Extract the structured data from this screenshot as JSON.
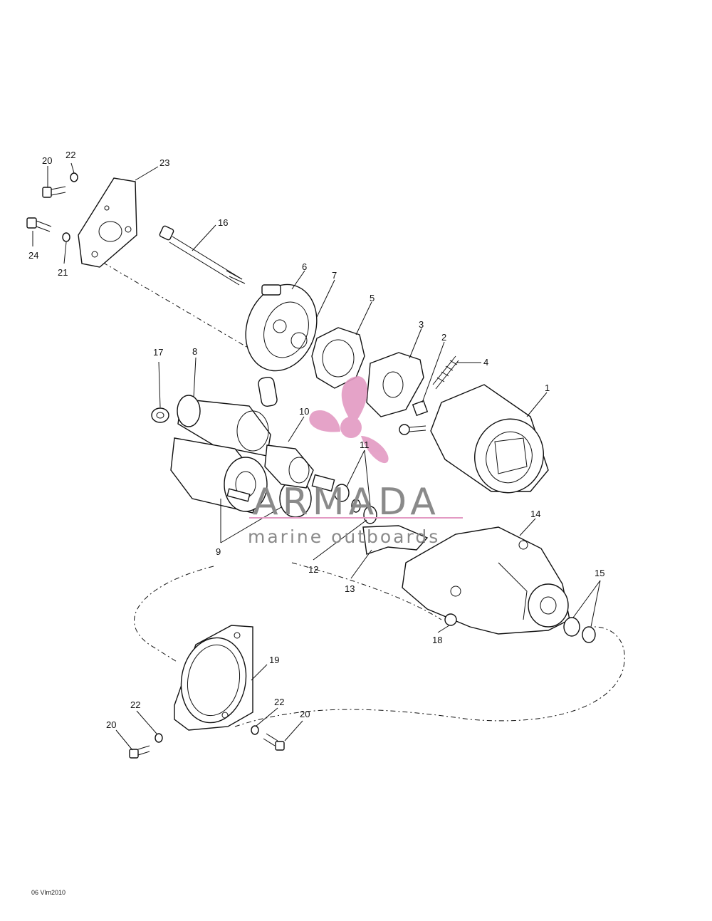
{
  "part_labels": [
    "20",
    "22",
    "23",
    "24",
    "21",
    "16",
    "6",
    "7",
    "5",
    "3",
    "2",
    "4",
    "1",
    "17",
    "8",
    "10",
    "11",
    "9",
    "12",
    "13",
    "14",
    "15",
    "18",
    "19",
    "22",
    "20",
    "22",
    "20"
  ],
  "watermark": {
    "brand": "ARMADA",
    "tagline": "marine outboards",
    "pink": "#e39ac3"
  },
  "reference_code": "06 Vlm2010"
}
